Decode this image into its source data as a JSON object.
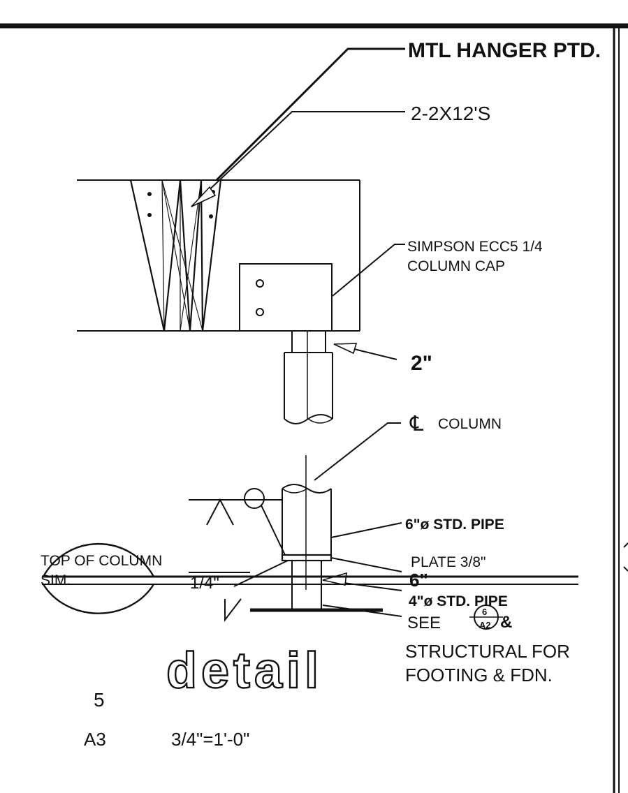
{
  "labels": {
    "mtl_hanger": "MTL HANGER PTD.",
    "joists": "2-2X12'S",
    "column_cap_line1": "SIMPSON ECC5 1/4",
    "column_cap_line2": "COLUMN CAP",
    "dim_2in": "2\"",
    "centerline_symbol": "℄",
    "centerline_text": "COLUMN",
    "upper_pipe": "6\"ø STD. PIPE",
    "plate": "PLATE 3/8\"",
    "dim_6in": "6\"",
    "lower_pipe": "4\"ø STD. PIPE",
    "top_of_column_line1": "TOP OF COLUMN",
    "top_of_column_line2": "SIM.",
    "dim_quarter": "1/4\"",
    "see_prefix": "SEE",
    "see_ref_top": "6",
    "see_ref_bottom": "A2",
    "see_suffix": "&",
    "structural_line1": "STRUCTURAL FOR",
    "structural_line2": "FOOTING & FDN."
  },
  "title_block": {
    "title": "detail",
    "detail_number": "5",
    "sheet": "A3",
    "scale": "3/4\"=1'-0\""
  },
  "colors": {
    "ink": "#111111",
    "paper": "#ffffff"
  }
}
